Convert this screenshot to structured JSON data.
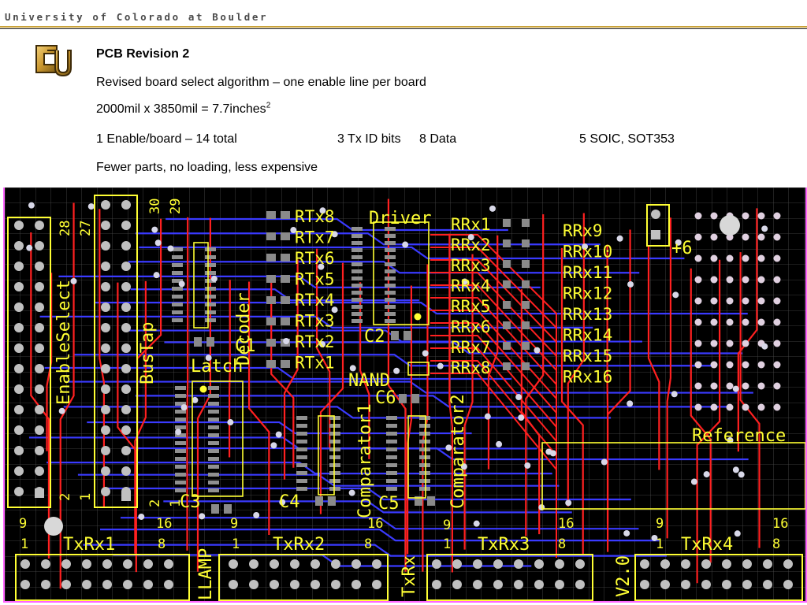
{
  "header": {
    "title": "University of Colorado at Boulder"
  },
  "slide": {
    "title": "PCB Revision 2",
    "line1": "Revised board select algorithm – one enable line per board",
    "line2_base": "2000mil x 3850mil = 7.7inches",
    "line2_sup": "2",
    "line3": {
      "col1": "1 Enable/board – 14 total",
      "col2": "3 Tx ID bits",
      "col3": "8 Data",
      "col4": "5 SOIC, SOT353"
    },
    "line4": "Fewer parts, no loading, less expensive"
  },
  "pcb": {
    "labels": {
      "enable_select": "EnableSelect",
      "bus_tap": "BusTap",
      "latch": "Latch",
      "decoder": "Decoder",
      "driver": "Driver",
      "nand": "NAND",
      "comparator1": "Comparator1",
      "comparator2": "Comparator2",
      "reference": "Reference",
      "plus6": "+6",
      "lamp": "LLAMP",
      "txrx": "TxRx",
      "version": "V2.0",
      "c1": "C1",
      "c2": "C2",
      "c3": "C3",
      "c4": "C4",
      "c5": "C5",
      "c6": "C6",
      "txrx1": "TxRx1",
      "txrx2": "TxRx2",
      "txrx3": "TxRx3",
      "txrx4": "TxRx4"
    },
    "rtx": [
      "RTx8",
      "RTx7",
      "RTx6",
      "RTx5",
      "RTx4",
      "RTx3",
      "RTx2",
      "RTx1"
    ],
    "rrx_left": [
      "RRx1",
      "RRx2",
      "RRx3",
      "RRx4",
      "RRx5",
      "RRx6",
      "RRx7",
      "RRx8"
    ],
    "rrx_right": [
      "RRx9",
      "RRx10",
      "RRx11",
      "RRx12",
      "RRx13",
      "RRx14",
      "RRx15",
      "RRx16"
    ],
    "pin_numbers": {
      "n28": "28",
      "n27": "27",
      "n30": "30",
      "n29": "29",
      "n2": "2",
      "n1": "1",
      "n9": "9",
      "n16": "16",
      "n8": "8"
    }
  },
  "colors": {
    "board": "#000000",
    "grid": "#555555",
    "trace_top": "#ff2020",
    "trace_bottom": "#3a3aff",
    "silkscreen": "#ffff33",
    "pad": "#c0c0c0",
    "via": "#d8d8e8",
    "accent_gold": "#c9a23a"
  }
}
